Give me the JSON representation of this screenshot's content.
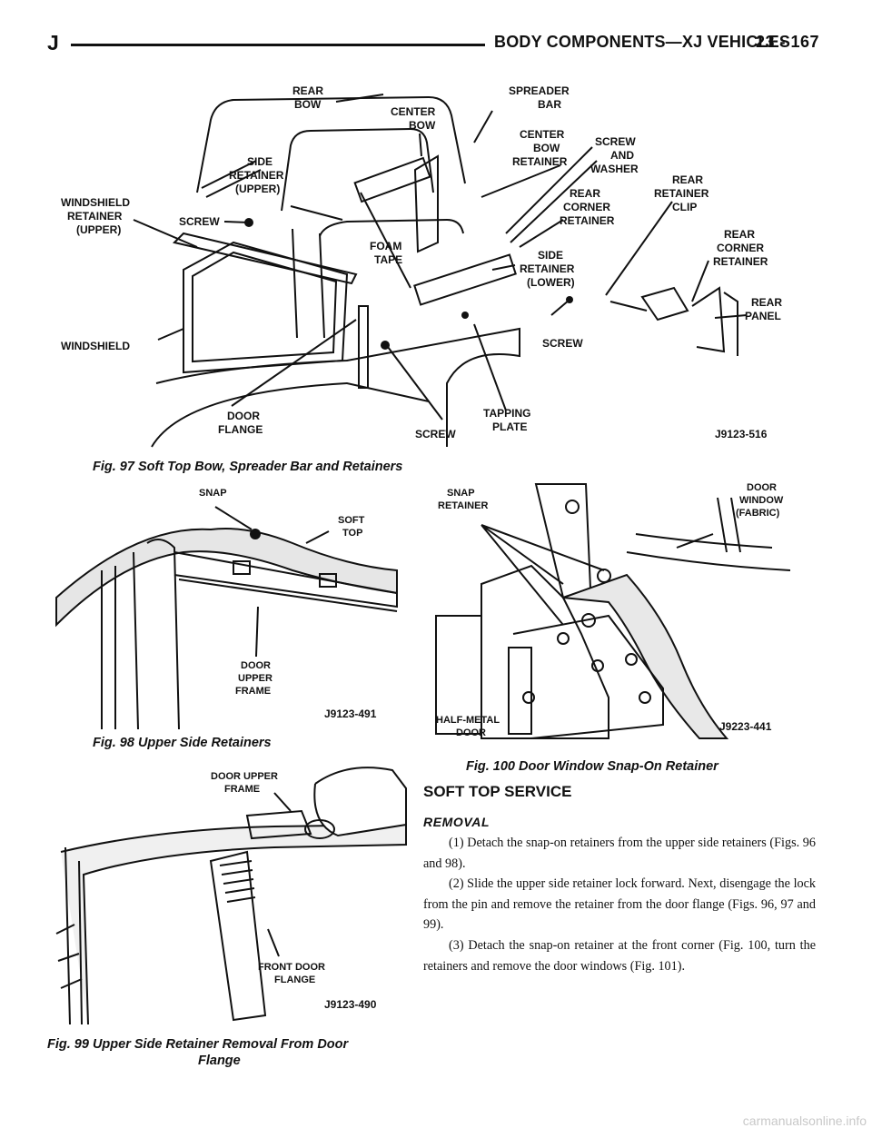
{
  "header": {
    "left_letter": "J",
    "title": "BODY COMPONENTS—XJ VEHICLES",
    "page": "23 - 167"
  },
  "fig97": {
    "caption": "Fig. 97 Soft Top Bow, Spreader Bar and Retainers",
    "id": "J9123-516",
    "labels": {
      "rear_bow_1": "REAR",
      "rear_bow_2": "BOW",
      "center_bow_1": "CENTER",
      "center_bow_2": "BOW",
      "spreader_bar_1": "SPREADER",
      "spreader_bar_2": "BAR",
      "center_bow_retainer_1": "CENTER",
      "center_bow_retainer_2": "BOW",
      "center_bow_retainer_3": "RETAINER",
      "screw_washer_1": "SCREW",
      "screw_washer_2": "AND",
      "screw_washer_3": "WASHER",
      "side_retainer_upper_1": "SIDE",
      "side_retainer_upper_2": "RETAINER",
      "side_retainer_upper_3": "(UPPER)",
      "windshield_retainer_1": "WINDSHIELD",
      "windshield_retainer_2": "RETAINER",
      "windshield_retainer_3": "(UPPER)",
      "screw_left": "SCREW",
      "rear_corner_retainer_mid_1": "REAR",
      "rear_corner_retainer_mid_2": "CORNER",
      "rear_corner_retainer_mid_3": "RETAINER",
      "rear_retainer_clip_1": "REAR",
      "rear_retainer_clip_2": "RETAINER",
      "rear_retainer_clip_3": "CLIP",
      "rear_corner_retainer_right_1": "REAR",
      "rear_corner_retainer_right_2": "CORNER",
      "rear_corner_retainer_right_3": "RETAINER",
      "foam_tape_1": "FOAM",
      "foam_tape_2": "TAPE",
      "side_retainer_lower_1": "SIDE",
      "side_retainer_lower_2": "RETAINER",
      "side_retainer_lower_3": "(LOWER)",
      "rear_panel_1": "REAR",
      "rear_panel_2": "PANEL",
      "windshield": "WINDSHIELD",
      "screw_right": "SCREW",
      "door_flange_1": "DOOR",
      "door_flange_2": "FLANGE",
      "screw_bottom": "SCREW",
      "tapping_plate_1": "TAPPING",
      "tapping_plate_2": "PLATE"
    }
  },
  "fig98": {
    "caption": "Fig. 98 Upper Side Retainers",
    "id": "J9123-491",
    "labels": {
      "snap": "SNAP",
      "soft_top_1": "SOFT",
      "soft_top_2": "TOP",
      "door_upper_frame_1": "DOOR",
      "door_upper_frame_2": "UPPER",
      "door_upper_frame_3": "FRAME"
    }
  },
  "fig99": {
    "caption_line1": "Fig. 99 Upper Side Retainer Removal From Door",
    "caption_line2": "Flange",
    "id": "J9123-490",
    "labels": {
      "door_upper_frame_1": "DOOR UPPER",
      "door_upper_frame_2": "FRAME",
      "front_door_flange_1": "FRONT DOOR",
      "front_door_flange_2": "FLANGE"
    }
  },
  "fig100": {
    "caption": "Fig. 100 Door Window Snap-On Retainer",
    "id": "J9223-441",
    "labels": {
      "snap_retainer_1": "SNAP",
      "snap_retainer_2": "RETAINER",
      "door_window_1": "DOOR",
      "door_window_2": "WINDOW",
      "door_window_3": "(FABRIC)",
      "half_metal_door_1": "HALF-METAL",
      "half_metal_door_2": "DOOR"
    }
  },
  "section": {
    "title": "SOFT TOP SERVICE",
    "subtitle": "REMOVAL",
    "steps": [
      "(1) Detach the snap-on retainers from the upper side retainers (Figs. 96 and 98).",
      "(2) Slide the upper side retainer lock forward. Next, disengage the lock from the pin and remove the retainer from the door flange (Figs. 96, 97 and 99).",
      "(3) Detach the snap-on retainer at the front corner (Fig. 100, turn the retainers and remove the door windows (Fig. 101)."
    ]
  },
  "watermark": "carmanualsonline.info"
}
